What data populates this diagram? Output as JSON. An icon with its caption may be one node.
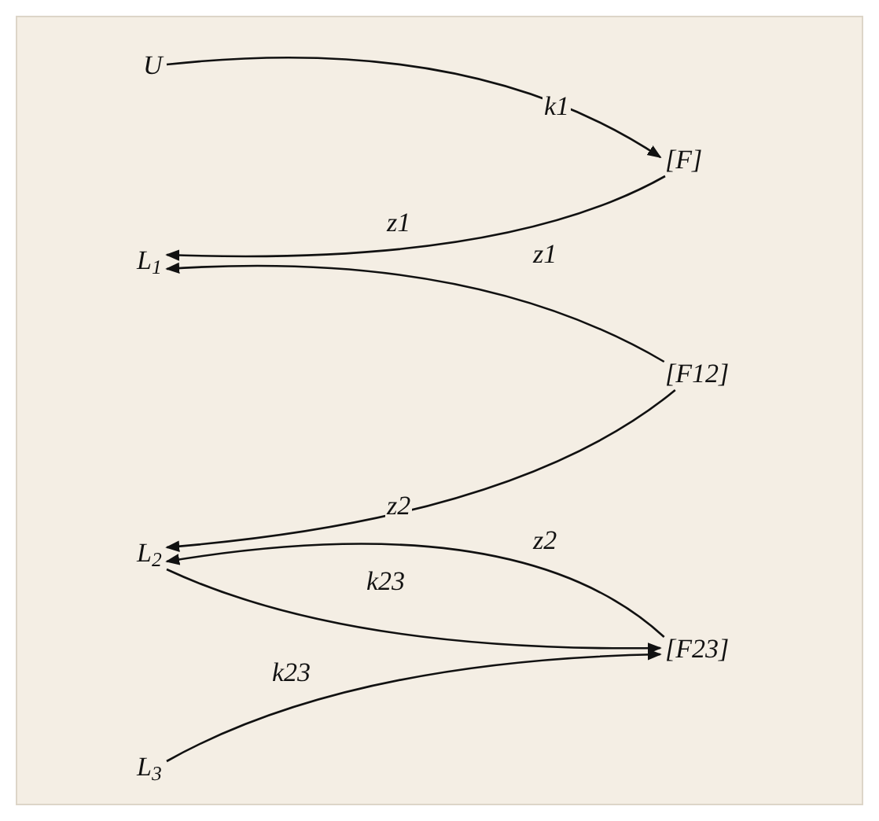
{
  "diagram": {
    "nodes": [
      {
        "text": [
          "U"
        ]
      },
      {
        "text": [
          "[F]"
        ]
      },
      {
        "text": [
          "L$_{1}$"
        ]
      },
      {
        "text": [
          "[F12]"
        ]
      },
      {
        "text": [
          "L$_{2}$"
        ]
      },
      {
        "text": [
          "[F23]"
        ]
      },
      {
        "text": [
          "L$_{3}$"
        ]
      }
    ],
    "edges": [
      {
        "from": 0,
        "to": 1,
        "arrow": "to",
        "label": "k1"
      },
      {
        "from": 1,
        "to": 2,
        "arrow": "to",
        "label": "z1"
      },
      {
        "from": 3,
        "to": 2,
        "arrow": "to",
        "label": "z1"
      },
      {
        "from": 3,
        "to": 4,
        "arrow": "to",
        "label": "z2"
      },
      {
        "from": 5,
        "to": 4,
        "arrow": "to",
        "label": "z2"
      },
      {
        "from": 4,
        "to": 5,
        "arrow": "to",
        "label": "k23"
      },
      {
        "from": 6,
        "to": 5,
        "arrow": "to",
        "label": "k23"
      }
    ]
  }
}
